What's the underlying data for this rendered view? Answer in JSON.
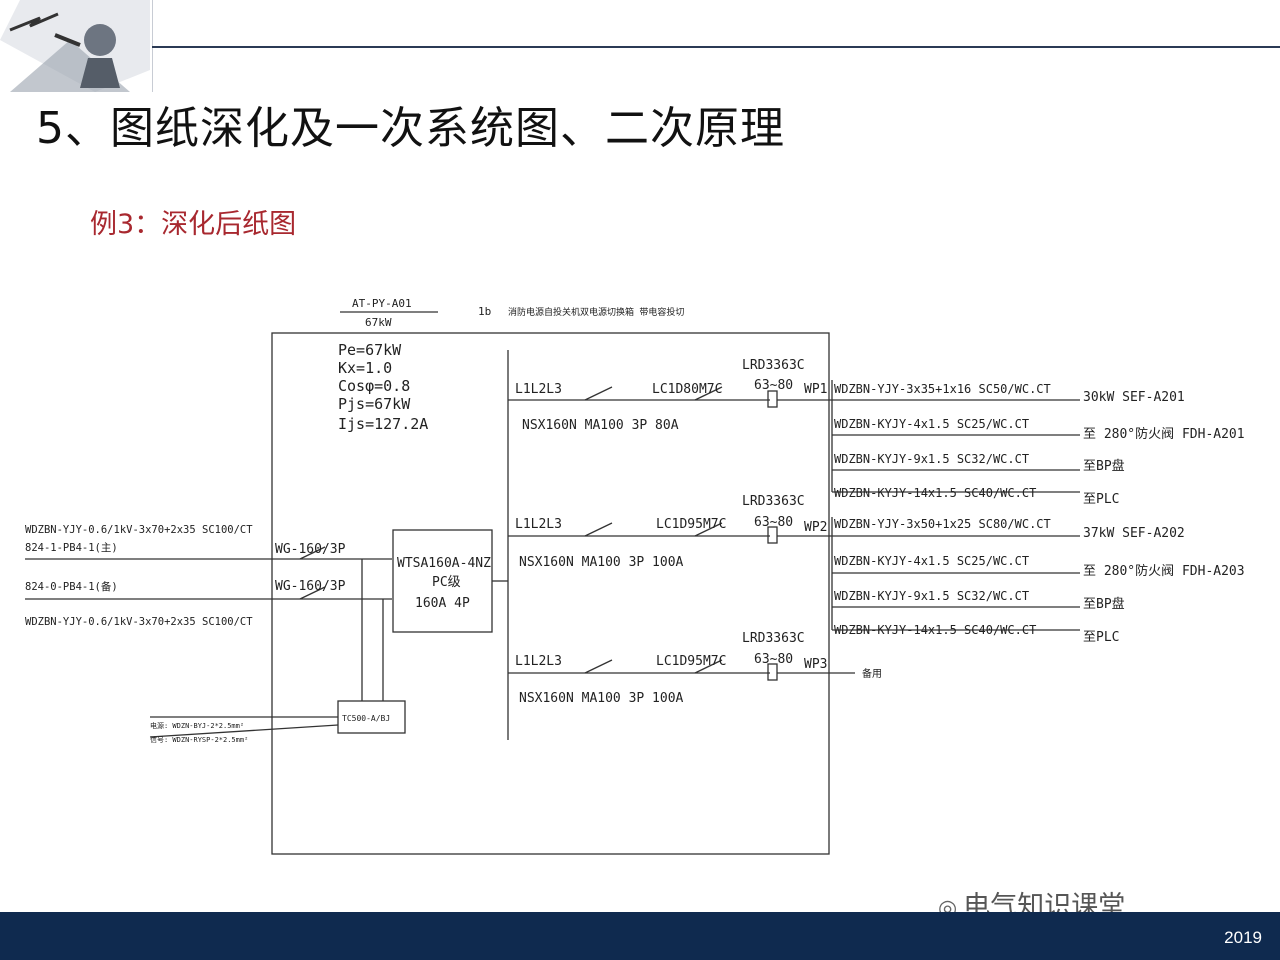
{
  "slide": {
    "title": "5、图纸深化及一次系统图、二次原理",
    "subtitle": "例3：深化后纸图",
    "year": "2019",
    "watermark": "电气知识课堂"
  },
  "diagram": {
    "top_label_1": "AT-PY-A01",
    "top_label_2": "67kW",
    "top_note_num": "1b",
    "top_note": "消防电源自投关机双电源切换箱 带电容投切",
    "load_params": [
      "Pe=67kW",
      "Kx=1.0",
      "Cosφ=0.8",
      "Pjs=67kW",
      "Ijs=127.2A"
    ],
    "incoming": {
      "cable1": "WDZBN-YJY-0.6/1kV-3x70+2x35 SC100/CT",
      "source1": "824-1-PB4-1(主)",
      "source2": "824-0-PB4-1(备)",
      "cable2": "WDZBN-YJY-0.6/1kV-3x70+2x35 SC100/CT",
      "switch1": "WG-160/3P",
      "switch2": "WG-160/3P",
      "ats_line1": "WTSA160A-4NZ",
      "ats_line2": "PC级",
      "ats_line3": "160A 4P",
      "controller": "TC500-A/BJ",
      "ctrl_cable1": "电源: WDZN-BYJ-2*2.5mm²",
      "ctrl_cable2": "信号: WDZN-RYSP-2*2.5mm²"
    },
    "feeders": [
      {
        "phases": "L1L2L3",
        "breaker": "NSX160N MA100 3P 80A",
        "contactor": "LC1D80M7C",
        "relay": "LRD3363C",
        "range": "63~80",
        "circuit": "WP1",
        "lines": [
          {
            "cable": "WDZBN-YJY-3x35+1x16 SC50/WC.CT",
            "dest": "30kW SEF-A201"
          },
          {
            "cable": "WDZBN-KYJY-4x1.5 SC25/WC.CT",
            "dest": "至 280°防火阀 FDH-A201"
          },
          {
            "cable": "WDZBN-KYJY-9x1.5 SC32/WC.CT",
            "dest": "至BP盘"
          },
          {
            "cable": "WDZBN-KYJY-14x1.5 SC40/WC.CT",
            "dest": "至PLC"
          }
        ]
      },
      {
        "phases": "L1L2L3",
        "breaker": "NSX160N MA100 3P 100A",
        "contactor": "LC1D95M7C",
        "relay": "LRD3363C",
        "range": "63~80",
        "circuit": "WP2",
        "lines": [
          {
            "cable": "WDZBN-YJY-3x50+1x25 SC80/WC.CT",
            "dest": "37kW  SEF-A202"
          },
          {
            "cable": "WDZBN-KYJY-4x1.5 SC25/WC.CT",
            "dest": "至 280°防火阀 FDH-A203"
          },
          {
            "cable": "WDZBN-KYJY-9x1.5 SC32/WC.CT",
            "dest": "至BP盘"
          },
          {
            "cable": "WDZBN-KYJY-14x1.5 SC40/WC.CT",
            "dest": "至PLC"
          }
        ]
      },
      {
        "phases": "L1L2L3",
        "breaker": "NSX160N MA100 3P 100A",
        "contactor": "LC1D95M7C",
        "relay": "LRD3363C",
        "range": "63~80",
        "circuit": "WP3",
        "lines": [
          {
            "cable": "",
            "dest": "备用"
          }
        ]
      }
    ]
  }
}
